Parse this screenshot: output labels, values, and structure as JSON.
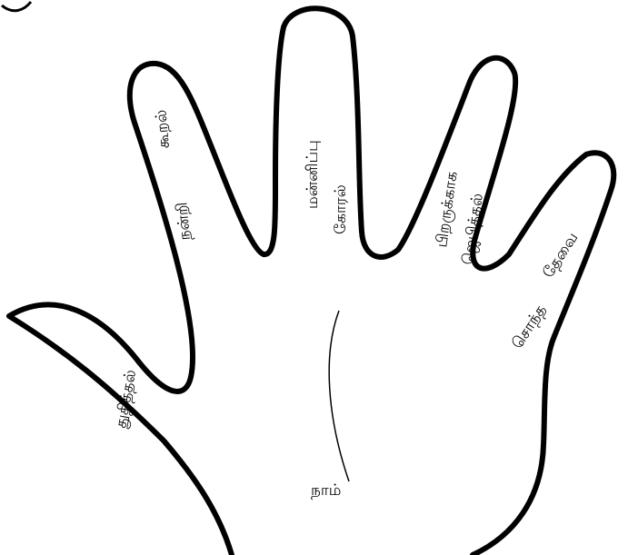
{
  "labels": {
    "thumb": "துதித்தல்",
    "index_line1": "நன்றி",
    "index_line2": "கூறல்",
    "middle_line1": "மன்னிப்பு",
    "middle_line2": "கோரல்",
    "ring_line1": "பிறருக்காக",
    "ring_line2": "ஜெபித்தல்",
    "little_line1": "சொந்த",
    "little_line2": "தேவை",
    "palm": "நாம்"
  },
  "colors": {
    "outline": "#000000",
    "background": "#ffffff"
  }
}
